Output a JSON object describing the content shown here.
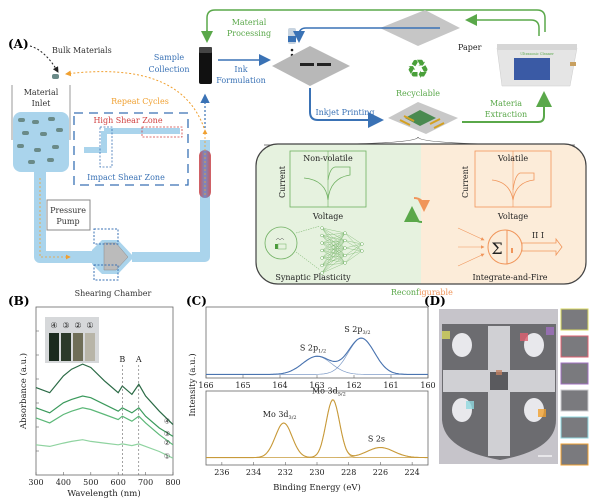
{
  "panel_labels": {
    "a": "(A)",
    "b": "(B)",
    "c": "(C)",
    "d": "(D)"
  },
  "colors": {
    "blue": "#3a72b5",
    "green": "#5aa84a",
    "orange": "#f0a030",
    "red": "#d04040",
    "fluid": "#aad4ec",
    "nv_bg": "#e6f2df",
    "v_bg": "#fcecd9",
    "nv_line": "#6fb061",
    "v_line": "#f0955a",
    "xps_s": "#4a74b0",
    "xps_mo": "#c89a3a",
    "uv1": "#8fd3a0",
    "uv2": "#5cb878",
    "uv3": "#3b9a5c",
    "uv4": "#2a6a45"
  },
  "panel_a": {
    "bulk_materials": "Bulk Materials",
    "material_inlet": [
      "Material",
      "Inlet"
    ],
    "repeat_cycles": "Repeat Cycles",
    "high_shear_zone": "High Shear Zone",
    "impact_shear_zone": "Impact Shear Zone",
    "pressure_pump": [
      "Pressure",
      "Pump"
    ],
    "shearing_chamber": "Shearing Chamber",
    "sample_collection": [
      "Sample",
      "Collection"
    ],
    "ink_formulation": [
      "Ink",
      "Formulation"
    ],
    "material_processing": [
      "Material",
      "Processing"
    ],
    "paper": "Paper",
    "recyclable": "Recyclable",
    "inkjet_printing": "Inkjet Printing",
    "materia_extraction": [
      "Materia",
      "Extraction"
    ],
    "cleaner_label": "Ultrasonic Cleaner",
    "non_volatile": "Non-volatile",
    "volatile": "Volatile",
    "current": "Current",
    "voltage": "Voltage",
    "synaptic_plasticity": "Synaptic Plasticity",
    "integrate_and_fire": "Integrate-and-Fire",
    "reconfigurable_green": "Reconf",
    "reconfigurable_orange": "igurable",
    "sigma": "Σ",
    "spikes": "II I"
  },
  "chart_data": [
    {
      "id": "B",
      "type": "line",
      "title": "",
      "xlabel": "Wavelength (nm)",
      "ylabel": "Absorbance (a.u.)",
      "xlim": [
        300,
        800
      ],
      "ylim": [
        0,
        10
      ],
      "xticks": [
        300,
        400,
        500,
        600,
        700,
        800
      ],
      "annotations": [
        {
          "text": "B",
          "x": 615
        },
        {
          "text": "A",
          "x": 675
        }
      ],
      "inset_labels": [
        "④",
        "③",
        "②",
        "①"
      ],
      "series": [
        {
          "name": "④",
          "x": [
            300,
            350,
            400,
            430,
            470,
            500,
            550,
            600,
            615,
            650,
            675,
            700,
            750,
            800
          ],
          "y": [
            5.2,
            4.9,
            5.9,
            6.3,
            6.6,
            6.4,
            5.6,
            4.9,
            5.3,
            4.8,
            5.4,
            4.7,
            3.8,
            3.0
          ]
        },
        {
          "name": "③",
          "x": [
            300,
            350,
            400,
            430,
            470,
            500,
            550,
            600,
            615,
            650,
            675,
            700,
            750,
            800
          ],
          "y": [
            4.0,
            3.7,
            4.3,
            4.5,
            4.7,
            4.6,
            4.2,
            3.8,
            4.0,
            3.7,
            4.0,
            3.5,
            2.8,
            2.3
          ]
        },
        {
          "name": "②",
          "x": [
            300,
            350,
            400,
            430,
            470,
            500,
            550,
            600,
            615,
            650,
            675,
            700,
            750,
            800
          ],
          "y": [
            3.4,
            3.1,
            3.6,
            3.8,
            4.0,
            3.9,
            3.6,
            3.3,
            3.5,
            3.2,
            3.5,
            3.1,
            2.4,
            1.8
          ]
        },
        {
          "name": "①",
          "x": [
            300,
            350,
            400,
            430,
            470,
            500,
            550,
            600,
            615,
            650,
            675,
            700,
            750,
            800
          ],
          "y": [
            1.8,
            1.7,
            1.9,
            2.0,
            2.1,
            2.0,
            1.9,
            1.8,
            1.85,
            1.75,
            1.85,
            1.7,
            1.4,
            1.0
          ]
        }
      ]
    },
    {
      "id": "C-top",
      "type": "line",
      "xlabel": "",
      "ylabel": "Intensity (a.u.)",
      "xlim": [
        166,
        160
      ],
      "xticks": [
        166,
        165,
        164,
        163,
        162,
        161,
        160
      ],
      "peaks": [
        {
          "label": "S 2p",
          "sub": "1/2",
          "center": 163.0,
          "height": 0.3,
          "width": 0.55
        },
        {
          "label": "S 2p",
          "sub": "3/2",
          "center": 161.8,
          "height": 0.6,
          "width": 0.5
        }
      ]
    },
    {
      "id": "C-bottom",
      "type": "line",
      "xlabel": "Binding Energy (eV)",
      "ylabel": "Intensity (a.u.)",
      "xlim": [
        237,
        223
      ],
      "xticks": [
        236,
        234,
        232,
        230,
        228,
        226,
        224
      ],
      "peaks": [
        {
          "label": "Mo  3d",
          "sub": "3/2",
          "center": 232.1,
          "height": 0.55,
          "width": 0.75
        },
        {
          "label": "Mo  3d",
          "sub": "5/2",
          "center": 229.0,
          "height": 0.92,
          "width": 0.6
        },
        {
          "label": "S 2s",
          "sub": "",
          "center": 226.0,
          "height": 0.16,
          "width": 1.2
        }
      ]
    }
  ]
}
